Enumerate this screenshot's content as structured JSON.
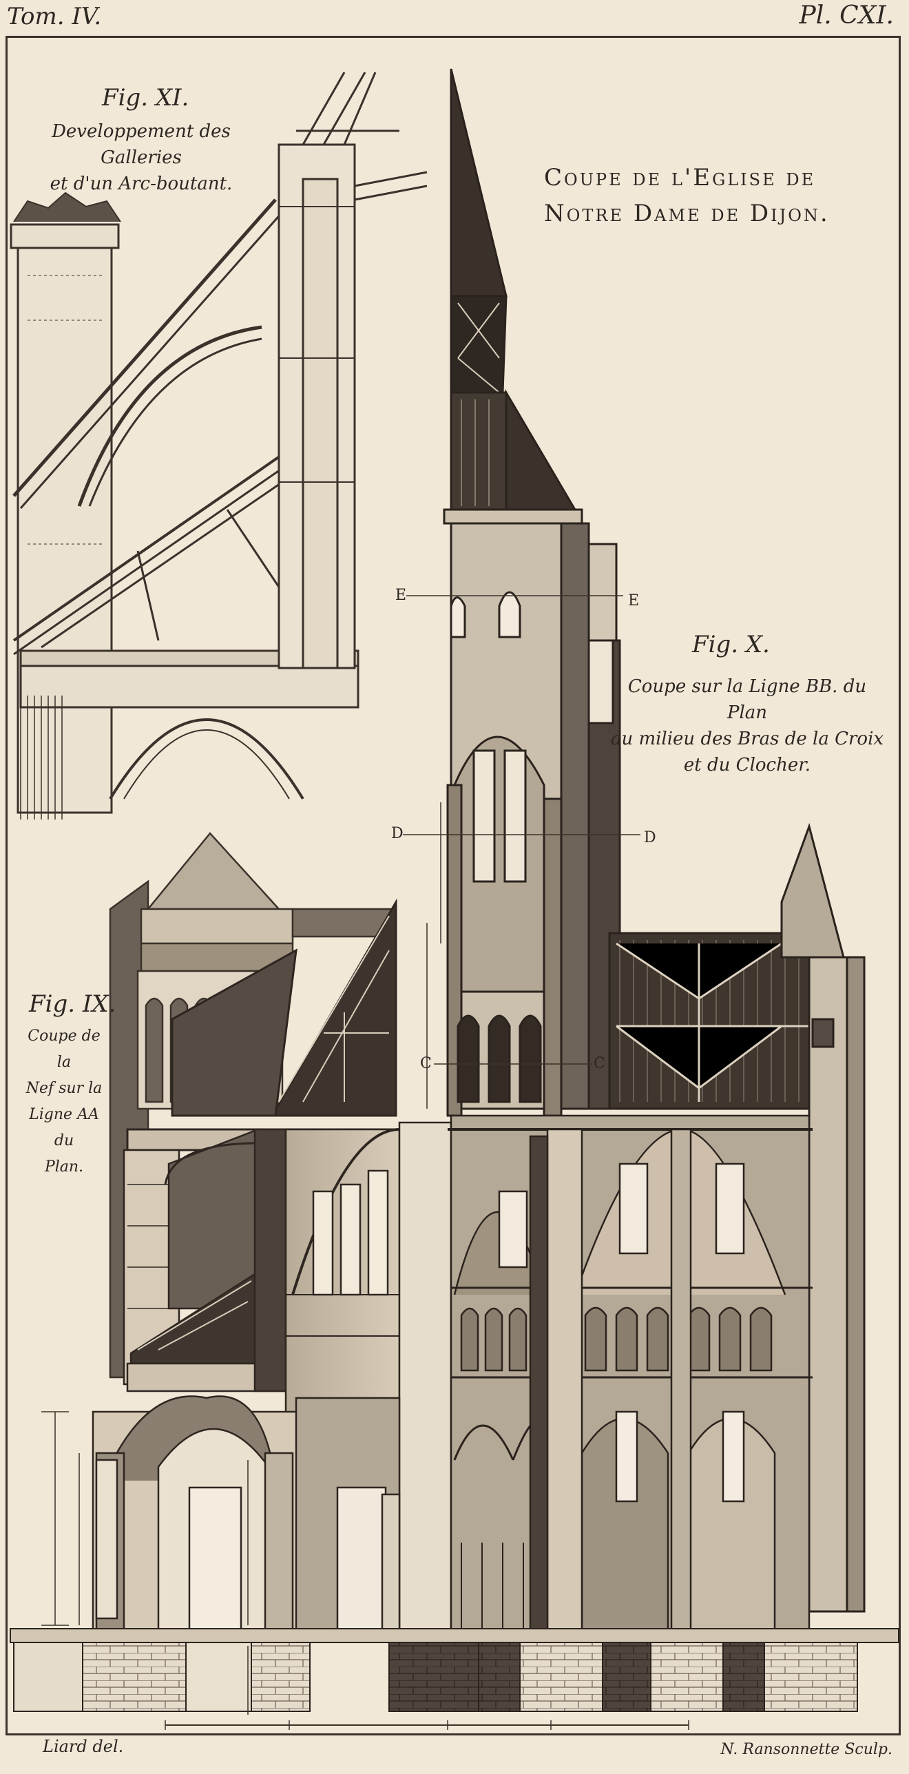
{
  "header": {
    "left": "Tom. IV.",
    "right": "Pl. CXI."
  },
  "title": {
    "line1": "Coupe de l'Eglise de",
    "line2": "Notre Dame de Dijon."
  },
  "figures": {
    "fig11": {
      "label": "Fig. XI.",
      "caption_line1": "Developpement des Galleries",
      "caption_line2": "et d'un Arc-boutant."
    },
    "fig10": {
      "label": "Fig. X.",
      "caption_line1": "Coupe sur la Ligne BB. du Plan",
      "caption_line2": "au milieu des Bras de la Croix",
      "caption_line3": "et du Clocher."
    },
    "fig9": {
      "label": "Fig. IX.",
      "caption_line1": "Coupe de la",
      "caption_line2": "Nef sur la",
      "caption_line3": "Ligne AA du",
      "caption_line4": "Plan."
    }
  },
  "section_letters": {
    "e_left": "E",
    "e_right": "E",
    "d_left": "D",
    "d_right": "D",
    "c_left": "C",
    "c_right": "C"
  },
  "footer": {
    "left": "Liard del.",
    "right": "N. Ransonnette Sculp."
  },
  "colors": {
    "paper": "#f1e8d8",
    "ink": "#2b2520",
    "shadow": "#5a4f46",
    "mid": "#a39685",
    "light": "#d9cdbb"
  }
}
